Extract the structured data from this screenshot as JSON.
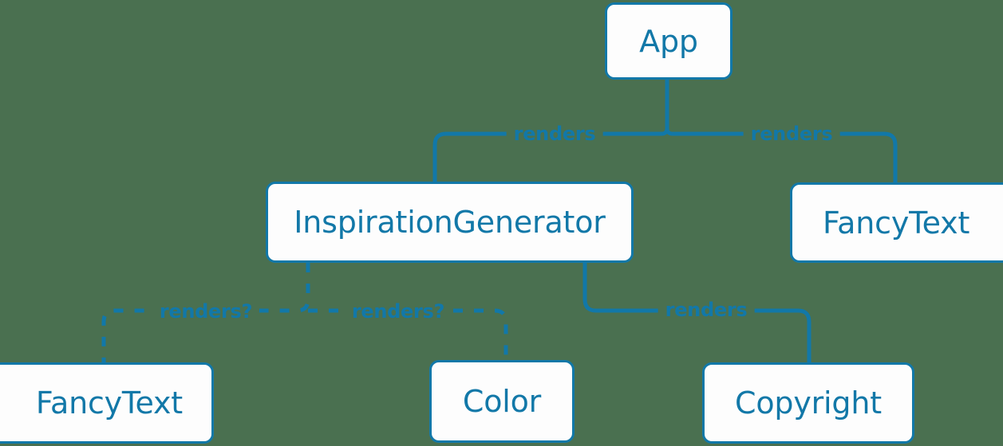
{
  "diagram": {
    "type": "component-tree",
    "background_color": "#4a7050",
    "accent_color": "#1278a8",
    "node_fill": "#fdfdfd",
    "nodes": [
      {
        "id": "app",
        "label": "App"
      },
      {
        "id": "inspgen",
        "label": "InspirationGenerator"
      },
      {
        "id": "fancytext_top",
        "label": "FancyText"
      },
      {
        "id": "fancytext_bot",
        "label": "FancyText"
      },
      {
        "id": "color",
        "label": "Color"
      },
      {
        "id": "copyright",
        "label": "Copyright"
      }
    ],
    "edges": [
      {
        "from": "app",
        "to": "inspgen",
        "label": "renders",
        "style": "solid"
      },
      {
        "from": "app",
        "to": "fancytext_top",
        "label": "renders",
        "style": "solid"
      },
      {
        "from": "inspgen",
        "to": "copyright",
        "label": "renders",
        "style": "solid"
      },
      {
        "from": "inspgen",
        "to": "fancytext_bot",
        "label": "renders?",
        "style": "dashed"
      },
      {
        "from": "inspgen",
        "to": "color",
        "label": "renders?",
        "style": "dashed"
      }
    ]
  }
}
